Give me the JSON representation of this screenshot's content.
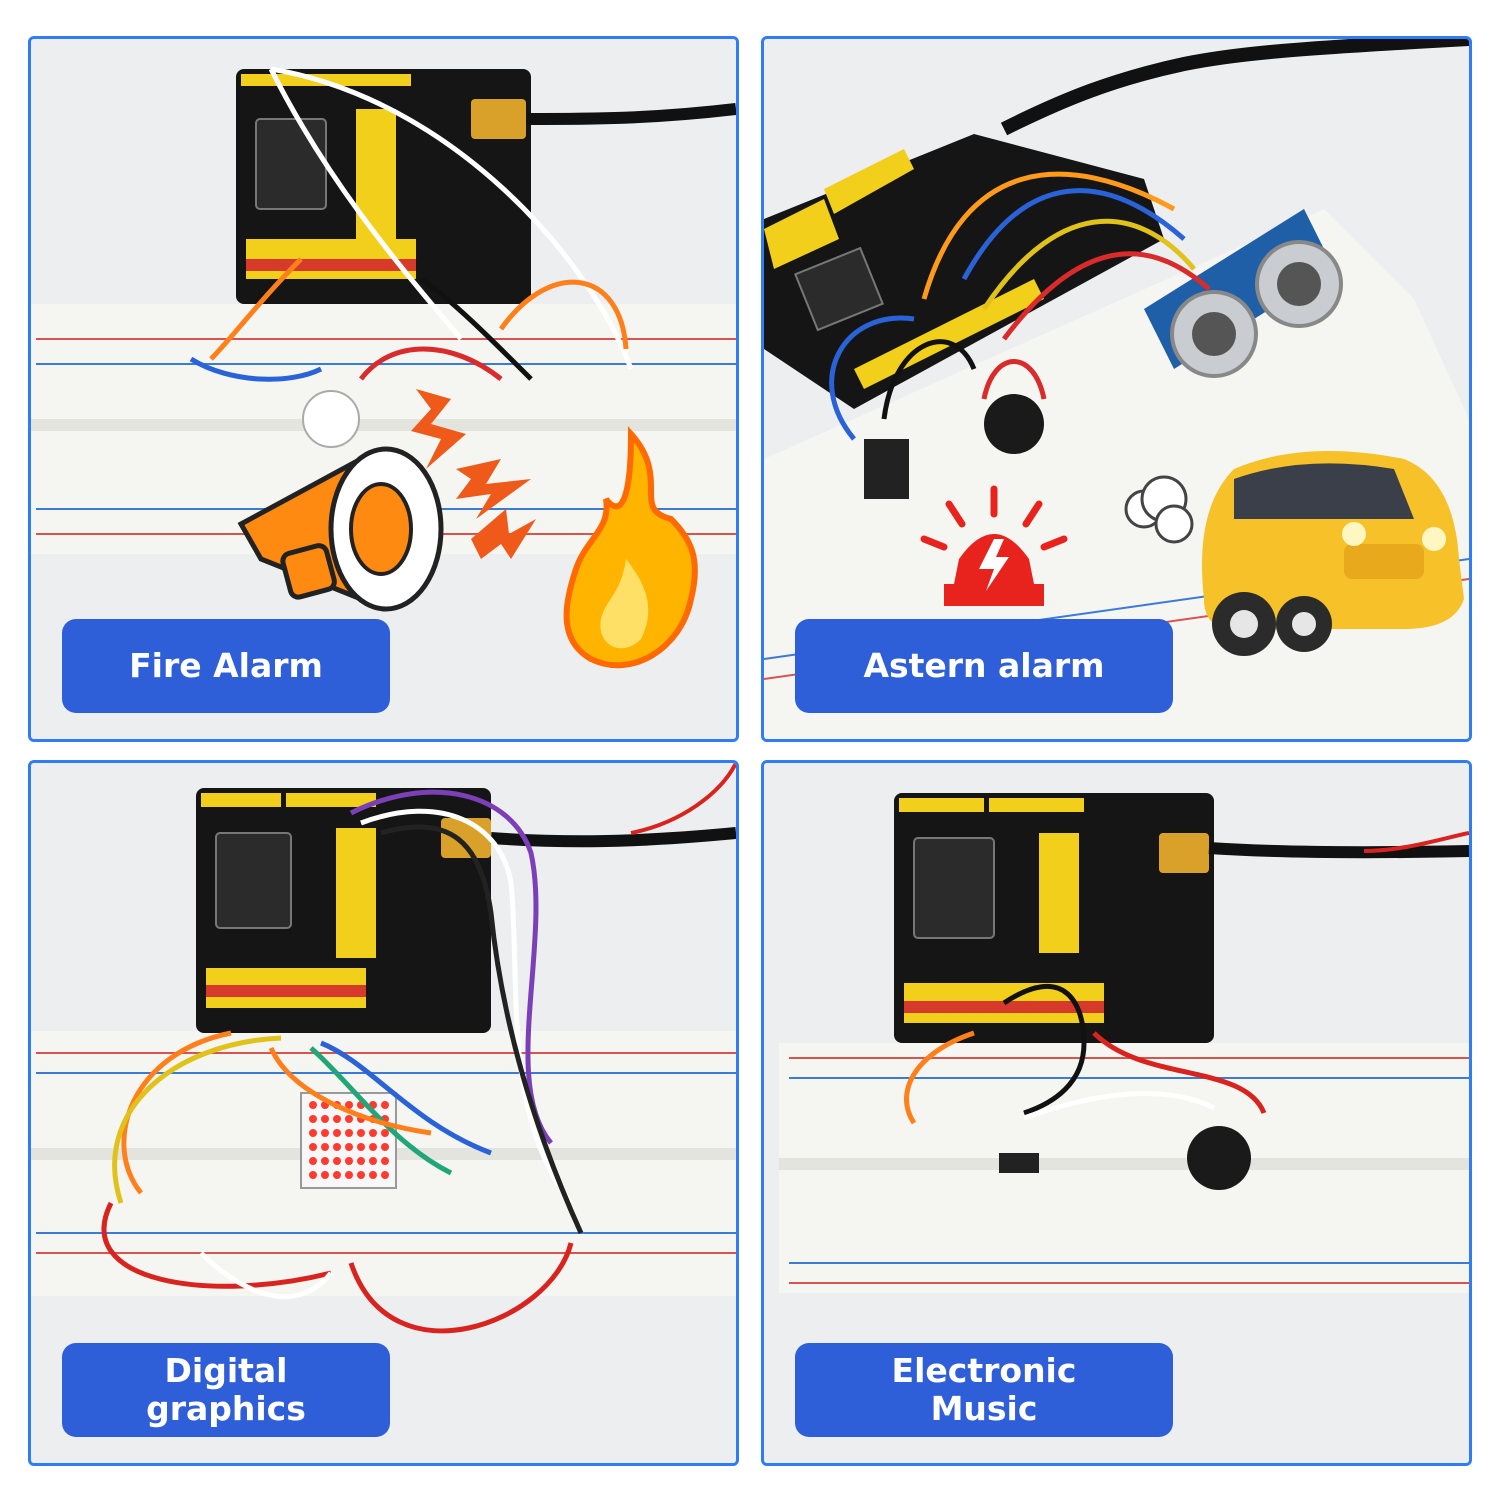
{
  "panels": [
    {
      "label": "Fire Alarm"
    },
    {
      "label": "Astern alarm"
    },
    {
      "label": "Digital graphics"
    },
    {
      "label_lines": [
        "Electronic",
        "Music"
      ]
    }
  ],
  "colors": {
    "border": "#2f7df6",
    "label_bg": "#2f5fd8",
    "label_text": "#ffffff",
    "board": "#111111",
    "header_yellow": "#f2cf1a",
    "breadboard": "#f4f4f0"
  },
  "icons": [
    "megaphone-icon",
    "flame-icon",
    "lightning-icon",
    "siren-icon",
    "car-icon",
    "exhaust-cloud-icon"
  ]
}
